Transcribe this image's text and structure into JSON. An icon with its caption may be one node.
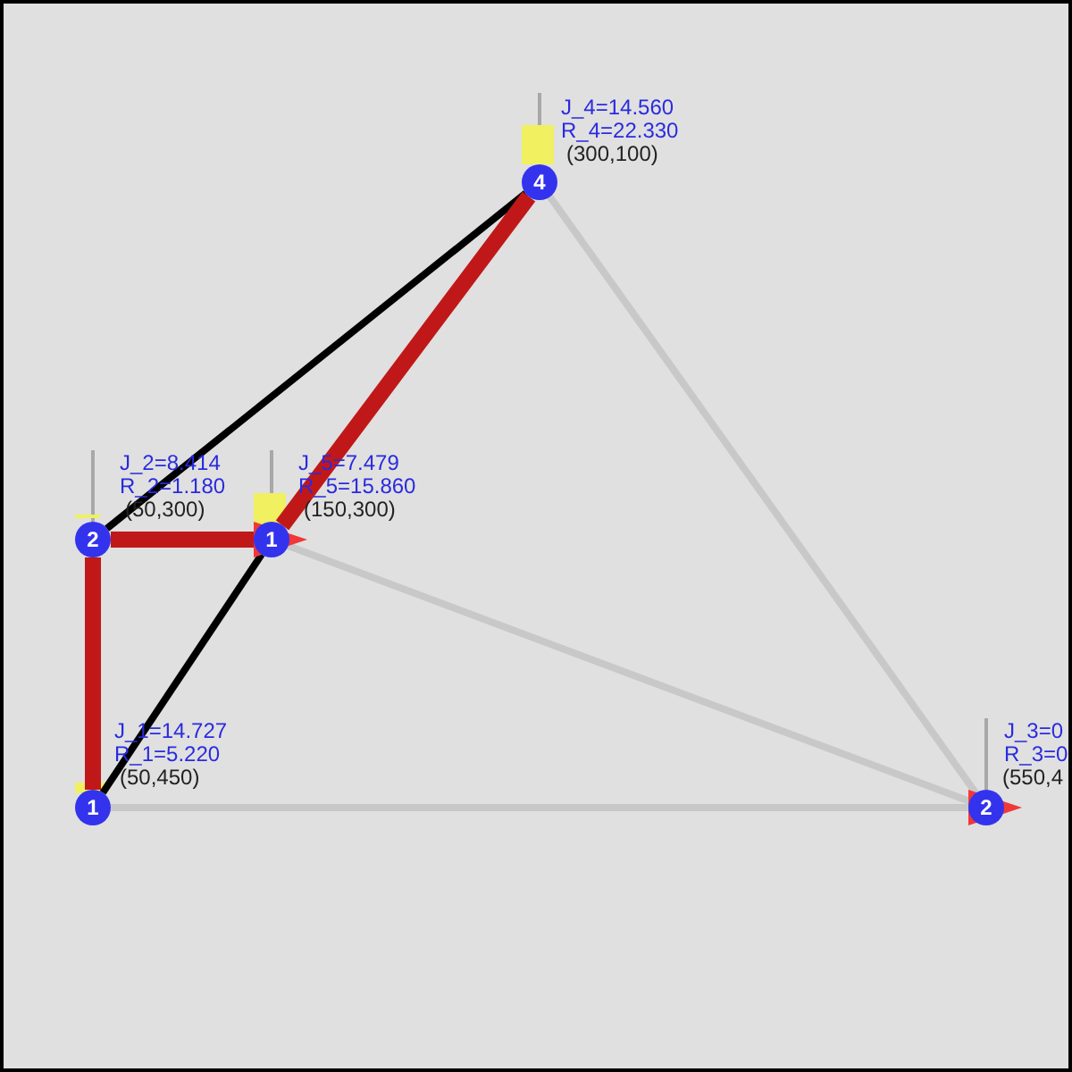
{
  "diagram": {
    "nodes": [
      {
        "text": [
          "4"
        ],
        "beside": [
          "J_4=14.560",
          "R_4=22.330",
          "(300,100)"
        ]
      },
      {
        "text": [
          "2"
        ],
        "beside": [
          "J_2=8.414",
          "R_2=1.180",
          "(50,300)"
        ]
      },
      {
        "text": [
          "1"
        ],
        "beside": [
          "J_5=7.479",
          "R_5=15.860",
          "(150,300)"
        ]
      },
      {
        "text": [
          "1"
        ],
        "beside": [
          "J_1=14.727",
          "R_1=5.220",
          "(50,450)"
        ]
      },
      {
        "text": [
          "2"
        ],
        "beside": [
          "J_3=0",
          "R_3=0",
          "(550,4"
        ]
      }
    ],
    "edges": [
      {
        "from": 3,
        "to": 4,
        "arrow": "none"
      },
      {
        "from": 2,
        "to": 4,
        "arrow": "none"
      },
      {
        "from": 0,
        "to": 4,
        "arrow": "none"
      },
      {
        "from": 0,
        "to": 1,
        "arrow": "none",
        "color": "#000000"
      },
      {
        "from": 3,
        "to": 2,
        "arrow": "none",
        "color": "#000000"
      },
      {
        "from": 1,
        "to": 2,
        "arrow": "none",
        "style": "thick",
        "color": "#c01818"
      },
      {
        "from": 3,
        "to": 1,
        "arrow": "none",
        "style": "thick",
        "color": "#c01818"
      },
      {
        "from": 2,
        "to": 0,
        "arrow": "none",
        "style": "thick",
        "color": "#c01818"
      }
    ]
  }
}
